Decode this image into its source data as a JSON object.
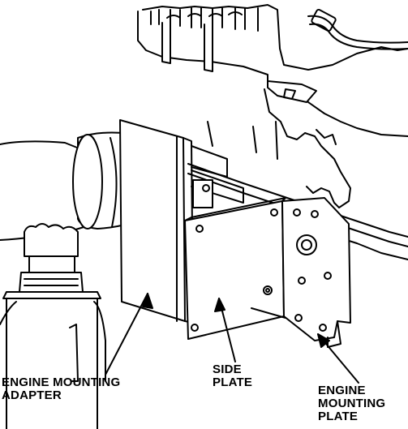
{
  "labels": {
    "adapter": [
      "ENGINE MOUNTING",
      "ADAPTER"
    ],
    "side_plate": [
      "SIDE",
      "PLATE"
    ],
    "mounting_plate": [
      "ENGINE",
      "MOUNTING",
      "PLATE"
    ]
  },
  "colors": {
    "ink": "#000000",
    "paper": "#ffffff"
  }
}
